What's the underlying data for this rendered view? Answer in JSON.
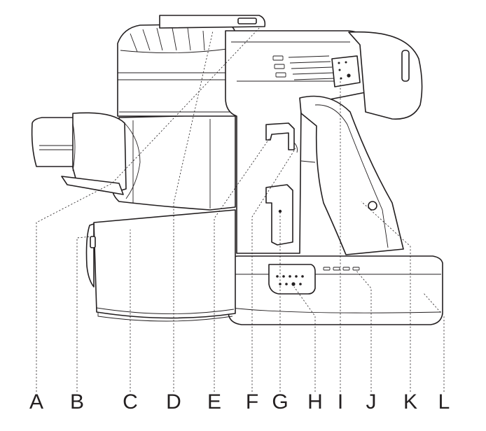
{
  "diagram": {
    "labels": [
      {
        "id": "A",
        "text": "A"
      },
      {
        "id": "B",
        "text": "B"
      },
      {
        "id": "C",
        "text": "C"
      },
      {
        "id": "D",
        "text": "D"
      },
      {
        "id": "E",
        "text": "E"
      },
      {
        "id": "F",
        "text": "F"
      },
      {
        "id": "G",
        "text": "G"
      },
      {
        "id": "H",
        "text": "H"
      },
      {
        "id": "I",
        "text": "I"
      },
      {
        "id": "J",
        "text": "J"
      },
      {
        "id": "K",
        "text": "K"
      },
      {
        "id": "L",
        "text": "L"
      }
    ]
  },
  "colors": {
    "line": "#231f20",
    "background": "#ffffff"
  }
}
